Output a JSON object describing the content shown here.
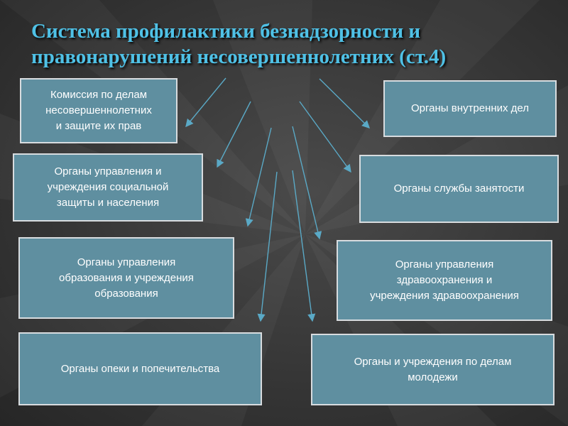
{
  "title": {
    "line1": "Система профилактики безнадзорности и",
    "line2": "правонарушений несовершеннолетних (ст.4)"
  },
  "boxes": {
    "commission": "Комиссия по делам\nнесовершеннолетних\nи защите их прав",
    "social": "Органы управления и\nучреждения социальной\nзащиты и населения",
    "education": "Органы управления\nобразования и учреждения\nобразования",
    "guardianship": "Органы опеки и попечительства",
    "internal_affairs": "Органы внутренних дел",
    "employment": "Органы службы занятости",
    "healthcare": "Органы управления\nздравоохранения  и\nучреждения здравоохранения",
    "youth": "Органы и учреждения по делам\nмолодежи"
  },
  "colors": {
    "title": "#4fc1e6",
    "box_fill": "#5f8fa0",
    "box_border": "#d8dcdf",
    "arrow": "#5aa9c6",
    "background": "#3a3a3a"
  }
}
